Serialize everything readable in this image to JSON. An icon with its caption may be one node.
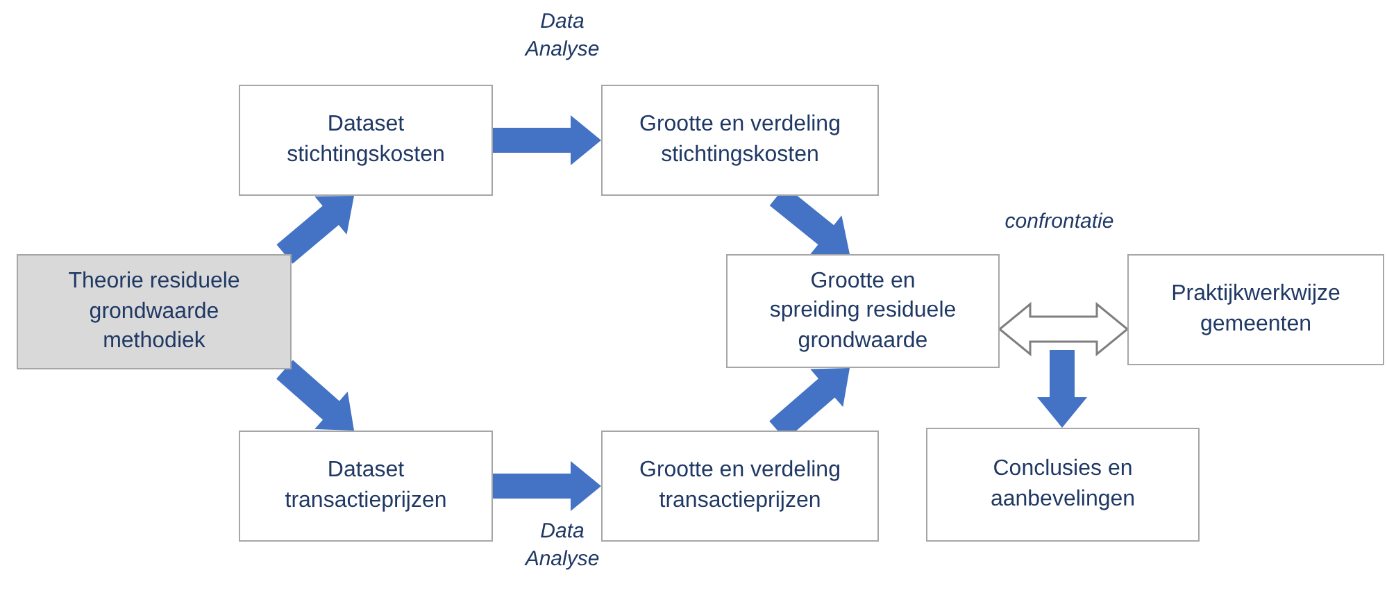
{
  "diagram": {
    "nodes": [
      {
        "text": [
          "Theorie residuele grondwaarde methodiek"
        ]
      },
      {
        "text": [
          "Dataset stichtingskosten"
        ]
      },
      {
        "text": [
          "Grootte en verdeling stichtingskosten"
        ]
      },
      {
        "text": [
          "Grootte en spreiding residuele grondwaarde"
        ]
      },
      {
        "text": [
          "Praktijkwerkwijze gemeenten"
        ]
      },
      {
        "text": [
          "Dataset transactieprijzen"
        ]
      },
      {
        "text": [
          "Grootte en verdeling transactieprijzen"
        ]
      },
      {
        "text": [
          "Conclusies en aanbevelingen"
        ]
      }
    ],
    "edges": [
      {
        "from": 0,
        "to": 1,
        "arrow": "to"
      },
      {
        "from": 0,
        "to": 5,
        "arrow": "to"
      },
      {
        "from": 1,
        "to": 2,
        "arrow": "to",
        "label": "Data Analyse"
      },
      {
        "from": 5,
        "to": 6,
        "arrow": "to",
        "label": "Data Analyse"
      },
      {
        "from": 2,
        "to": 3,
        "arrow": "to"
      },
      {
        "from": 6,
        "to": 3,
        "arrow": "to"
      },
      {
        "from": 3,
        "to": 4,
        "arrow": "both",
        "label": "confrontatie",
        "color": "#ffffff"
      },
      {
        "from": null,
        "to": 7,
        "arrow": "to"
      }
    ]
  }
}
